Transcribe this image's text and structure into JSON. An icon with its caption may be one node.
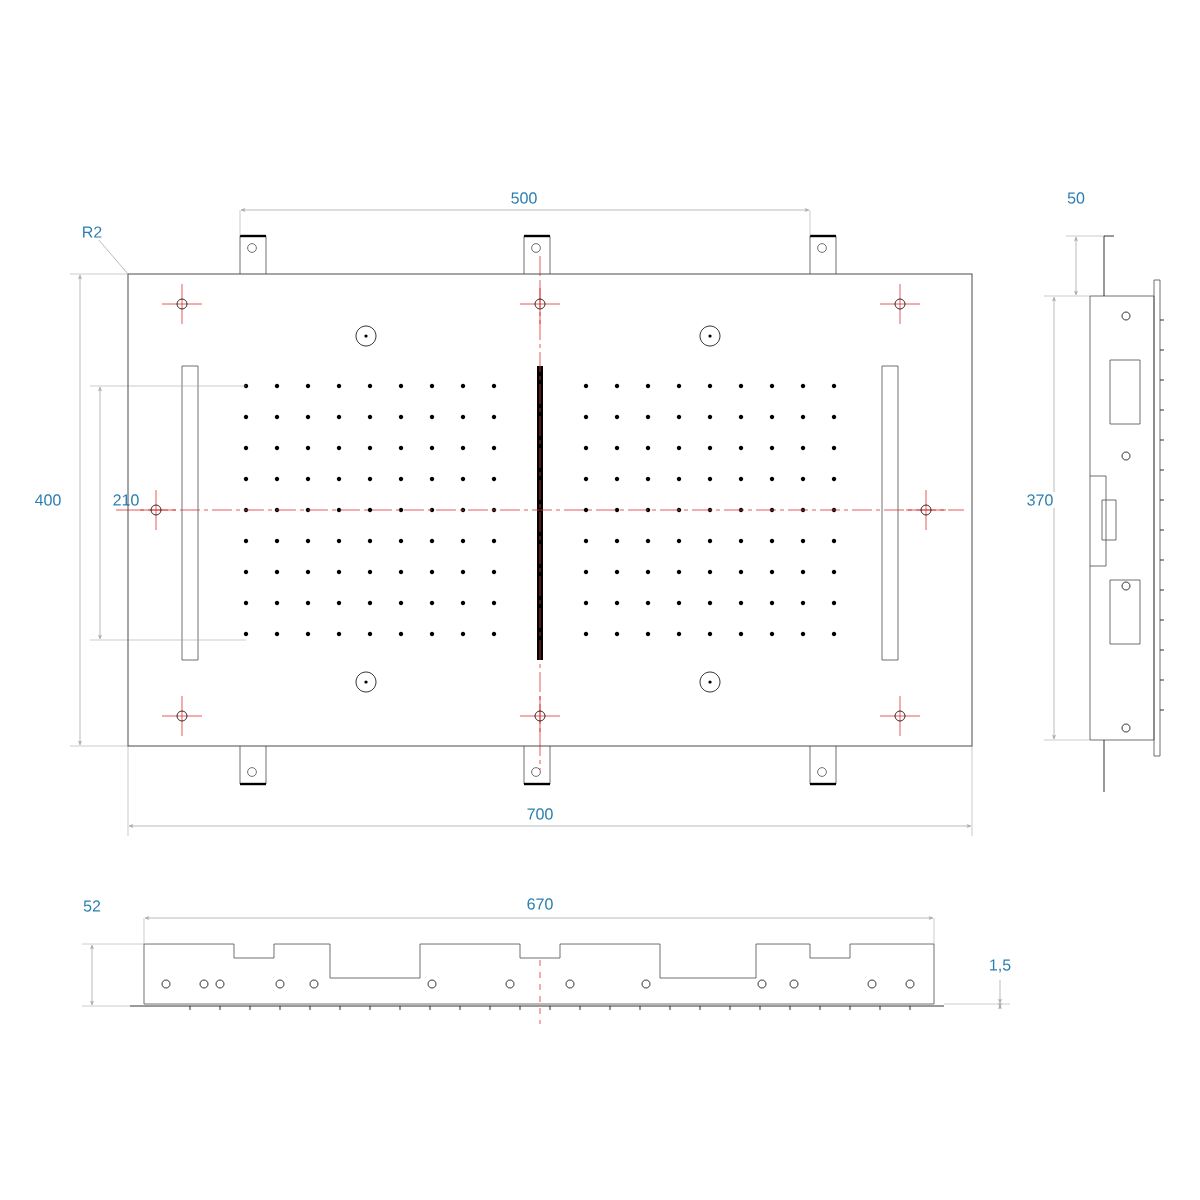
{
  "diagram": {
    "nodes": [
      {
        "text": [
          "R2"
        ]
      },
      {
        "text": [],
        "shape": "box"
      }
    ],
    "edges": [
      {
        "from": 0,
        "to": 1,
        "arrow": "none"
      }
    ],
    "labels": [
      "500",
      "400",
      "210",
      "700",
      "50",
      "370",
      "52",
      "670",
      "1,5"
    ]
  }
}
